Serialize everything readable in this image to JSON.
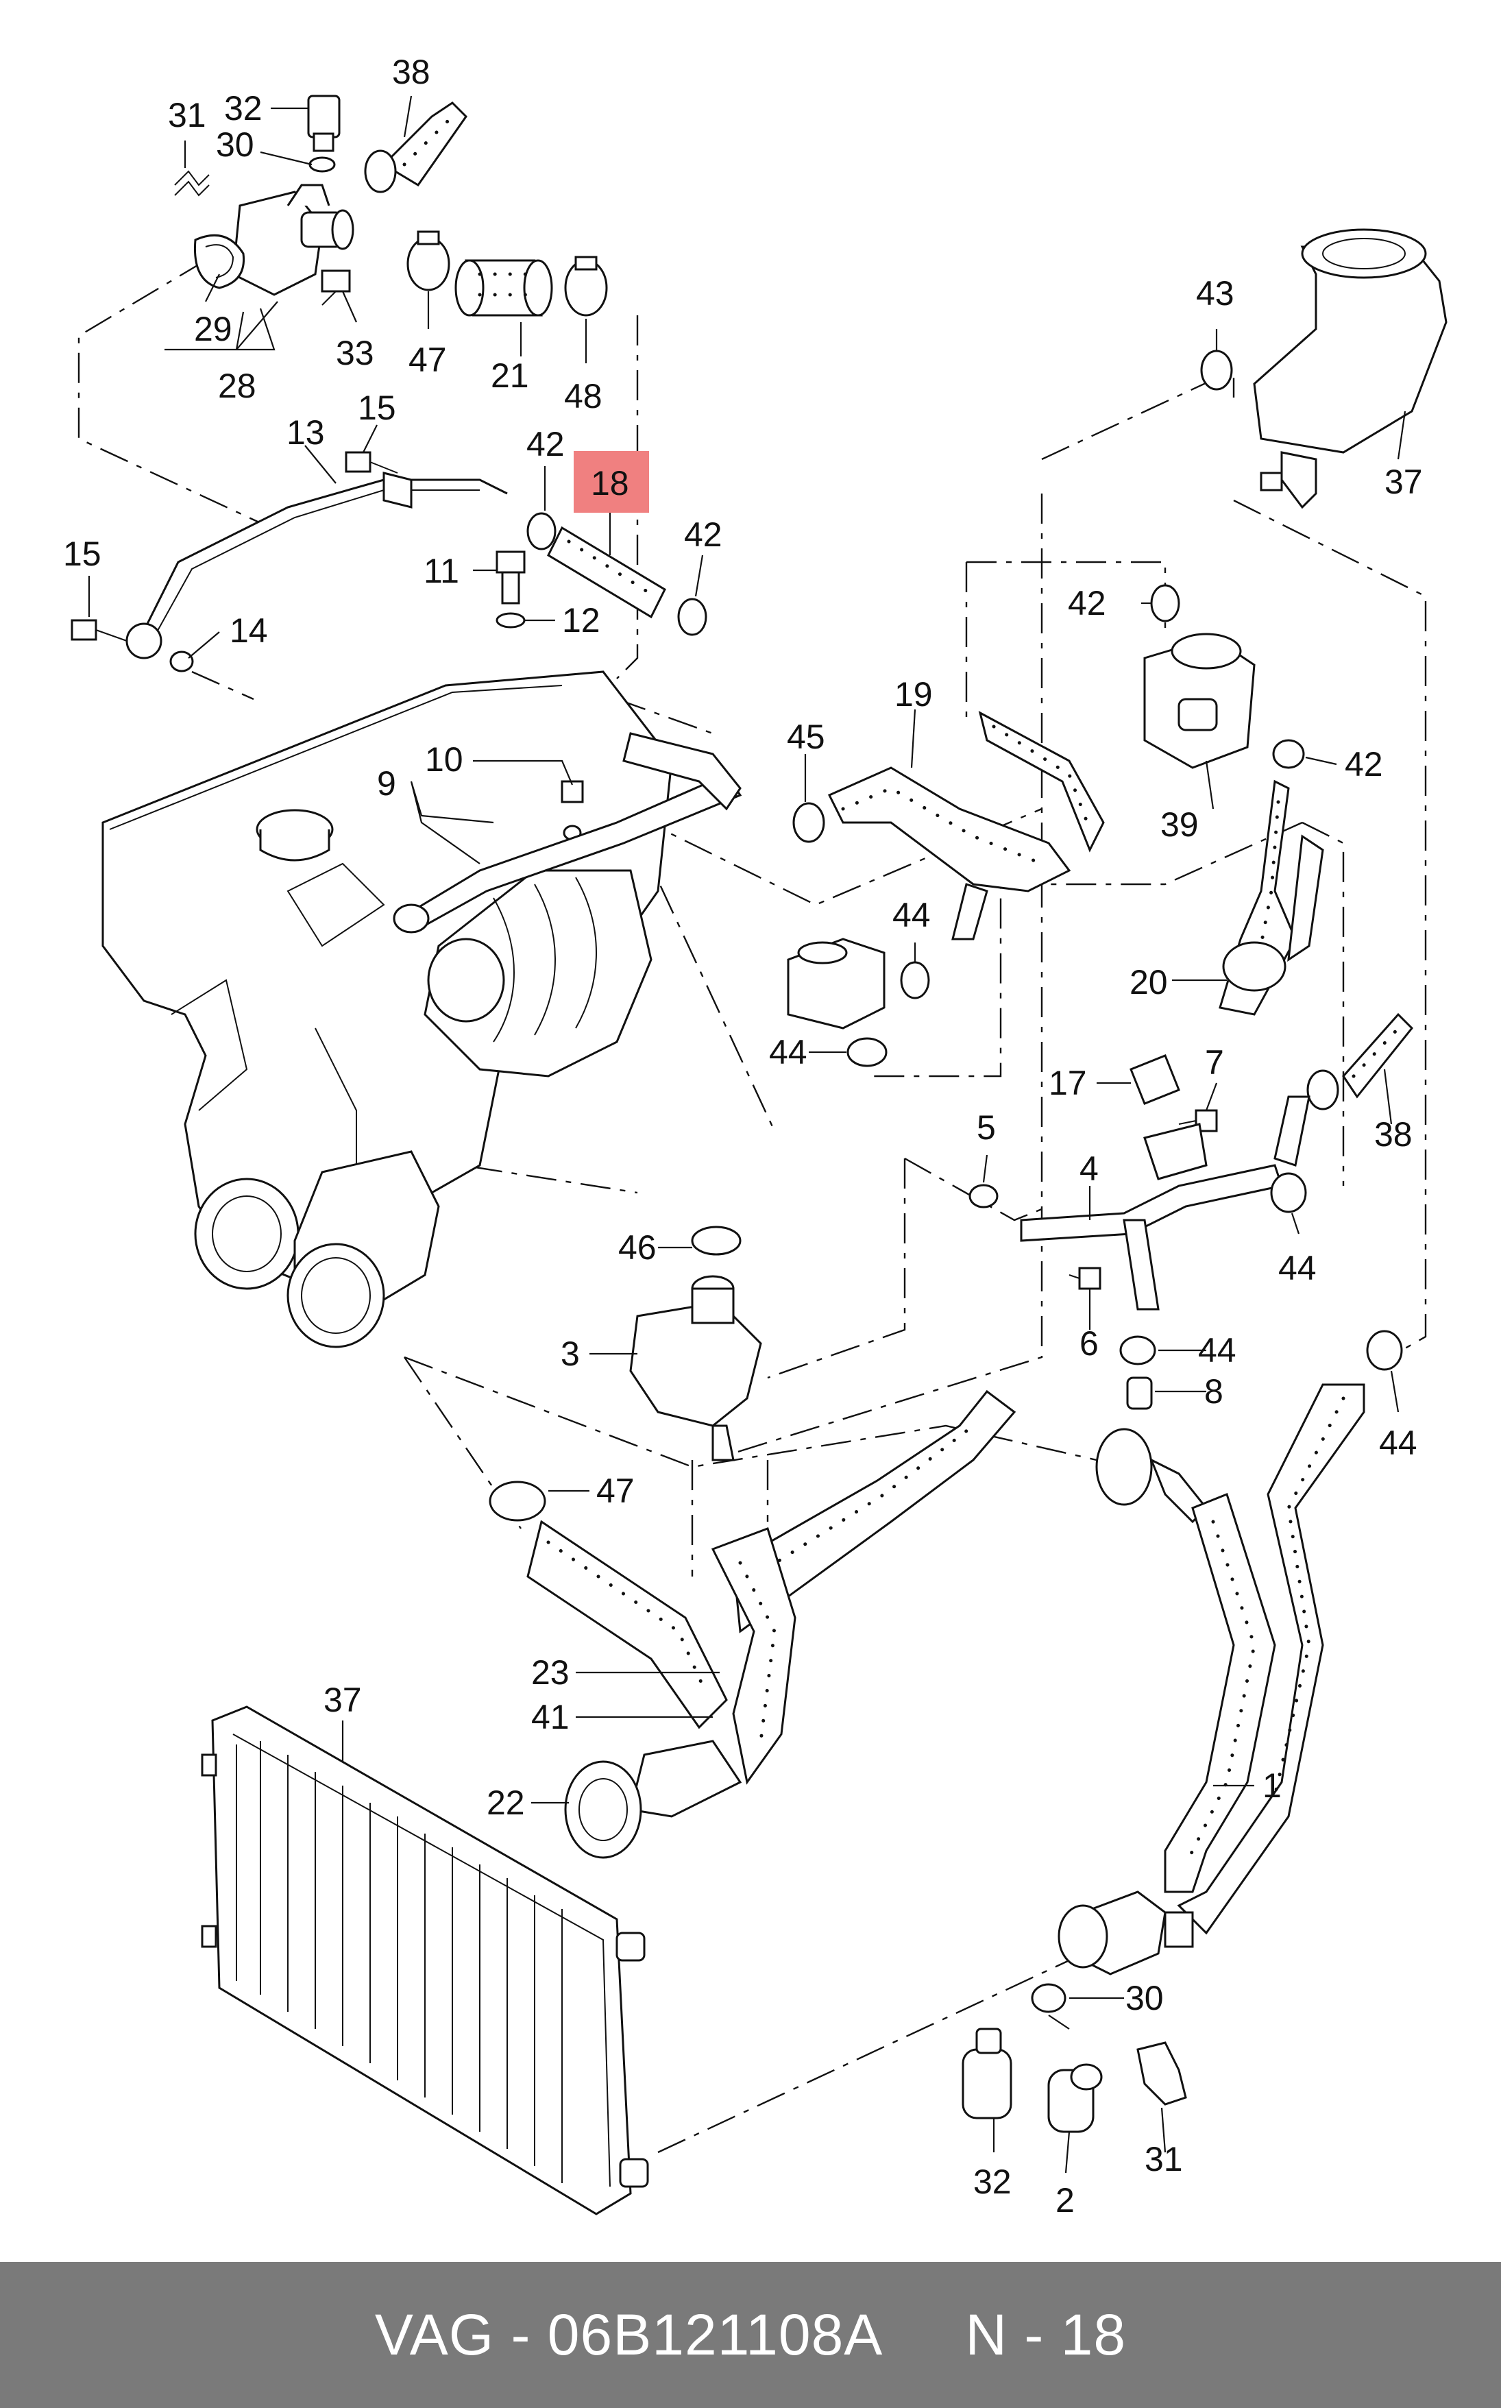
{
  "footer": {
    "brand": "VAG",
    "separator": "-",
    "part_number": "06B121108A",
    "ref": "N - 18"
  },
  "highlight_color": "#f08080",
  "callouts": {
    "c1": "1",
    "c2": "2",
    "c3": "3",
    "c4": "4",
    "c5": "5",
    "c6": "6",
    "c7": "7",
    "c8": "8",
    "c9": "9",
    "c10": "10",
    "c11": "11",
    "c12": "12",
    "c13": "13",
    "c14": "14",
    "c15a": "15",
    "c15b": "15",
    "c17": "17",
    "c18": "18",
    "c19": "19",
    "c20": "20",
    "c21": "21",
    "c22": "22",
    "c23": "23",
    "c28": "28",
    "c29": "29",
    "c30a": "30",
    "c30b": "30",
    "c31a": "31",
    "c31b": "31",
    "c32a": "32",
    "c32b": "32",
    "c33": "33",
    "c37a": "37",
    "c37b": "37",
    "c38a": "38",
    "c38b": "38",
    "c39": "39",
    "c41": "41",
    "c42a": "42",
    "c42b": "42",
    "c42c": "42",
    "c42d": "42",
    "c43": "43",
    "c44a": "44",
    "c44b": "44",
    "c44c": "44",
    "c44d": "44",
    "c44e": "44",
    "c45": "45",
    "c46": "46",
    "c47a": "47",
    "c47b": "47",
    "c48": "48"
  }
}
